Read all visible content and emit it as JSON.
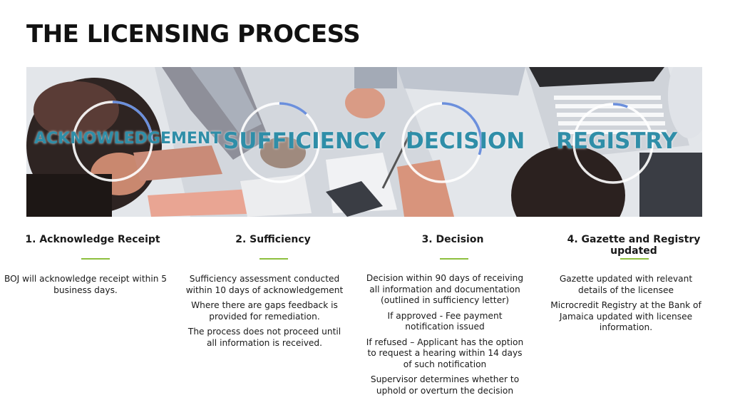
{
  "page": {
    "title": "THE LICENSING PROCESS"
  },
  "banner": {
    "stages": [
      {
        "word": "ACKNOWLEDGEMENT",
        "progress": 0.25
      },
      {
        "word": "SUFFICIENCY",
        "progress": 0.12
      },
      {
        "word": "DECISION",
        "progress": 0.3
      },
      {
        "word": "REGISTRY",
        "progress": 0.06
      }
    ],
    "colors": {
      "ring_track": "#ffffff",
      "ring_progress": "#6b8fdc",
      "word": "#2f8ea8"
    }
  },
  "steps": [
    {
      "title": "1. Acknowledge Receipt",
      "paragraphs": [
        "BOJ will acknowledge receipt within 5 business days."
      ]
    },
    {
      "title": "2. Sufficiency",
      "paragraphs": [
        "Sufficiency assessment conducted within 10 days of acknowledgement",
        "Where there are gaps feedback is provided for remediation.",
        "The process does not proceed until all information is received."
      ]
    },
    {
      "title": "3. Decision",
      "paragraphs": [
        "Decision within 90 days of receiving all information and documentation (outlined in sufficiency letter)",
        "If approved - Fee payment notification issued",
        "If refused – Applicant has the option to request a hearing within 14 days of such notification",
        "Supervisor determines whether to uphold or overturn the decision"
      ]
    },
    {
      "title": "4. Gazette and Registry updated",
      "paragraphs": [
        "Gazette updated with relevant details of the licensee",
        "Microcredit Registry at the Bank of Jamaica updated with licensee information."
      ]
    }
  ],
  "accent_rule_color": "#8dbf3e"
}
